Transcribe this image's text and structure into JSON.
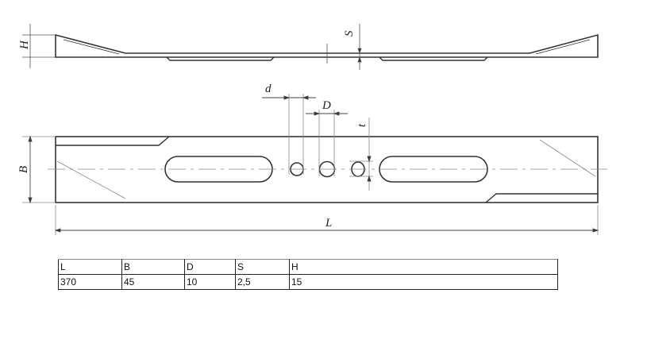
{
  "drawing": {
    "labels": {
      "H": "H",
      "S": "S",
      "d": "d",
      "D": "D",
      "t": "t",
      "B": "B",
      "L": "L"
    }
  },
  "table": {
    "headers": [
      "L",
      "B",
      "D",
      "S",
      "H"
    ],
    "values": [
      "370",
      "45",
      "10",
      "2,5",
      "15"
    ]
  }
}
